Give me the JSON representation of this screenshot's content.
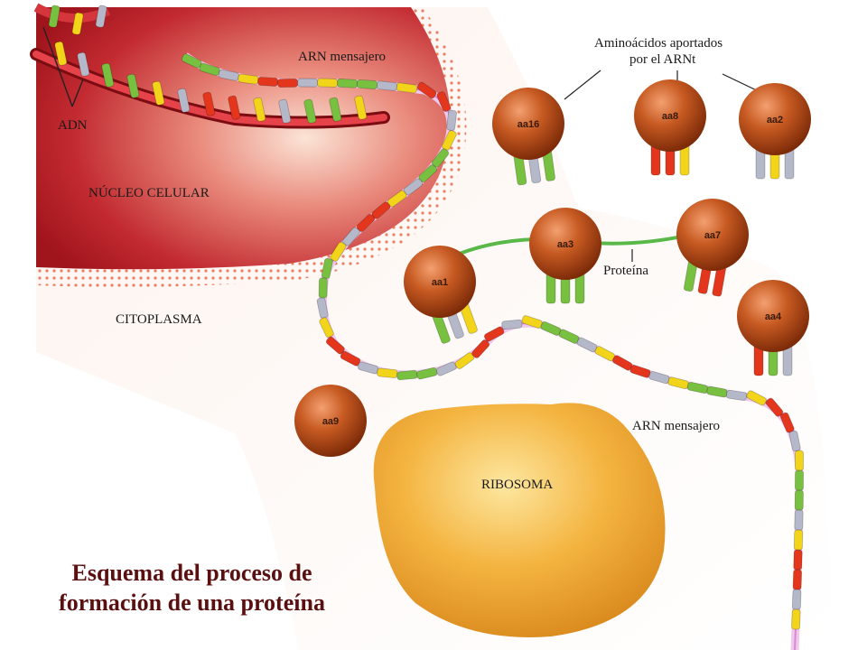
{
  "labels": {
    "adn": "ADN",
    "arn_top": "ARN mensajero",
    "nucleo": "NÚCLEO CELULAR",
    "citoplasma": "CITOPLASMA",
    "aminoacidos_line1": "Aminoácidos aportados",
    "aminoacidos_line2": "por el ARNt",
    "proteina": "Proteína",
    "arn_bottom": "ARN mensajero",
    "ribosoma": "RIBOSOMA"
  },
  "amino_acids": {
    "aa16": "aa16",
    "aa8": "aa8",
    "aa2": "aa2",
    "aa1": "aa1",
    "aa3": "aa3",
    "aa7": "aa7",
    "aa4": "aa4",
    "aa9": "aa9"
  },
  "caption": {
    "line1": "Esquema del proceso de",
    "line2": "formación de una proteína"
  },
  "colors": {
    "nucleus": "#b8141c",
    "nucleus_light": "#f4c0a8",
    "mrna_strand": "#e8b4dc",
    "dna_strand": "#d4363c",
    "ribosome": "#f0a428",
    "amino_acid": "#b24618",
    "protein_chain": "#5ab848",
    "base_red": "#e4361c",
    "base_green": "#78c040",
    "base_yellow": "#f2d41a",
    "base_grey": "#b4b8c8",
    "caption": "#5a1010"
  }
}
